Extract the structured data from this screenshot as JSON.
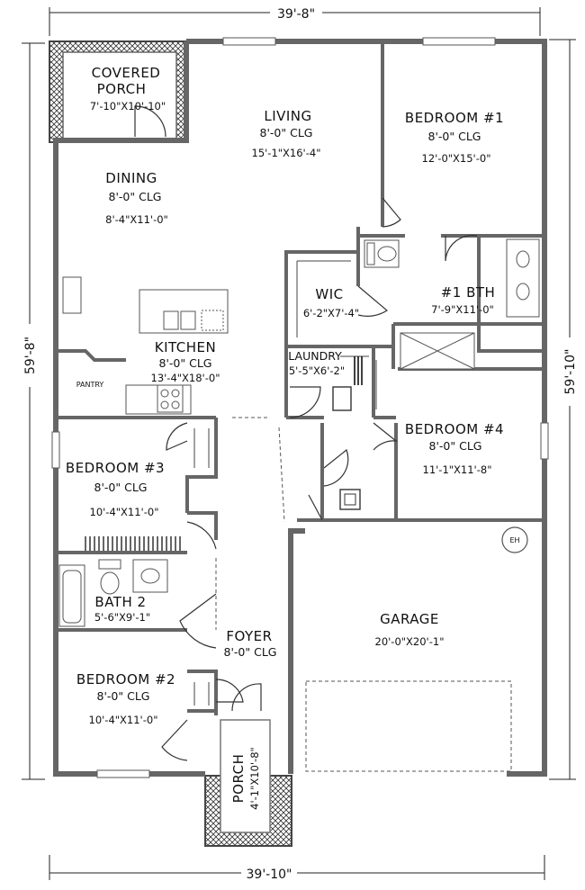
{
  "dimensions": {
    "top": "39'-8\"",
    "bottom": "39'-10\"",
    "left": "59'-8\"",
    "right": "59'-10\""
  },
  "rooms": {
    "covered_porch": {
      "name_line1": "COVERED",
      "name_line2": "PORCH",
      "dims": "7'-10\"X10'-10\""
    },
    "living": {
      "name": "LIVING",
      "clg": "8'-0\" CLG",
      "dims": "15'-1\"X16'-4\""
    },
    "bedroom1": {
      "name": "BEDROOM #1",
      "clg": "8'-0\" CLG",
      "dims": "12'-0\"X15'-0\""
    },
    "dining": {
      "name": "DINING",
      "clg": "8'-0\" CLG",
      "dims": "8'-4\"X11'-0\""
    },
    "wic": {
      "name": "WIC",
      "dims": "6'-2\"X7'-4\""
    },
    "bath1": {
      "name": "#1 BTH",
      "dims": "7'-9\"X11'-0\""
    },
    "kitchen": {
      "name": "KITCHEN",
      "clg": "8'-0\" CLG",
      "dims": "13'-4\"X18'-0\""
    },
    "pantry": {
      "name": "PANTRY"
    },
    "laundry": {
      "name": "LAUNDRY",
      "dims": "5'-5\"X6'-2\""
    },
    "bedroom4": {
      "name": "BEDROOM #4",
      "clg": "8'-0\" CLG",
      "dims": "11'-1\"X11'-8\""
    },
    "bedroom3": {
      "name": "BEDROOM #3",
      "clg": "8'-0\" CLG",
      "dims": "10'-4\"X11'-0\""
    },
    "bath2": {
      "name": "BATH 2",
      "dims": "5'-6\"X9'-1\""
    },
    "garage": {
      "name": "GARAGE",
      "dims": "20'-0\"X20'-1\""
    },
    "foyer": {
      "name": "FOYER",
      "clg": "8'-0\" CLG"
    },
    "bedroom2": {
      "name": "BEDROOM #2",
      "clg": "8'-0\" CLG",
      "dims": "10'-4\"X11'-0\""
    },
    "porch": {
      "name": "PORCH",
      "dims": "4'-1\"X10'-8\""
    },
    "water_heater": {
      "label": "EH"
    }
  }
}
